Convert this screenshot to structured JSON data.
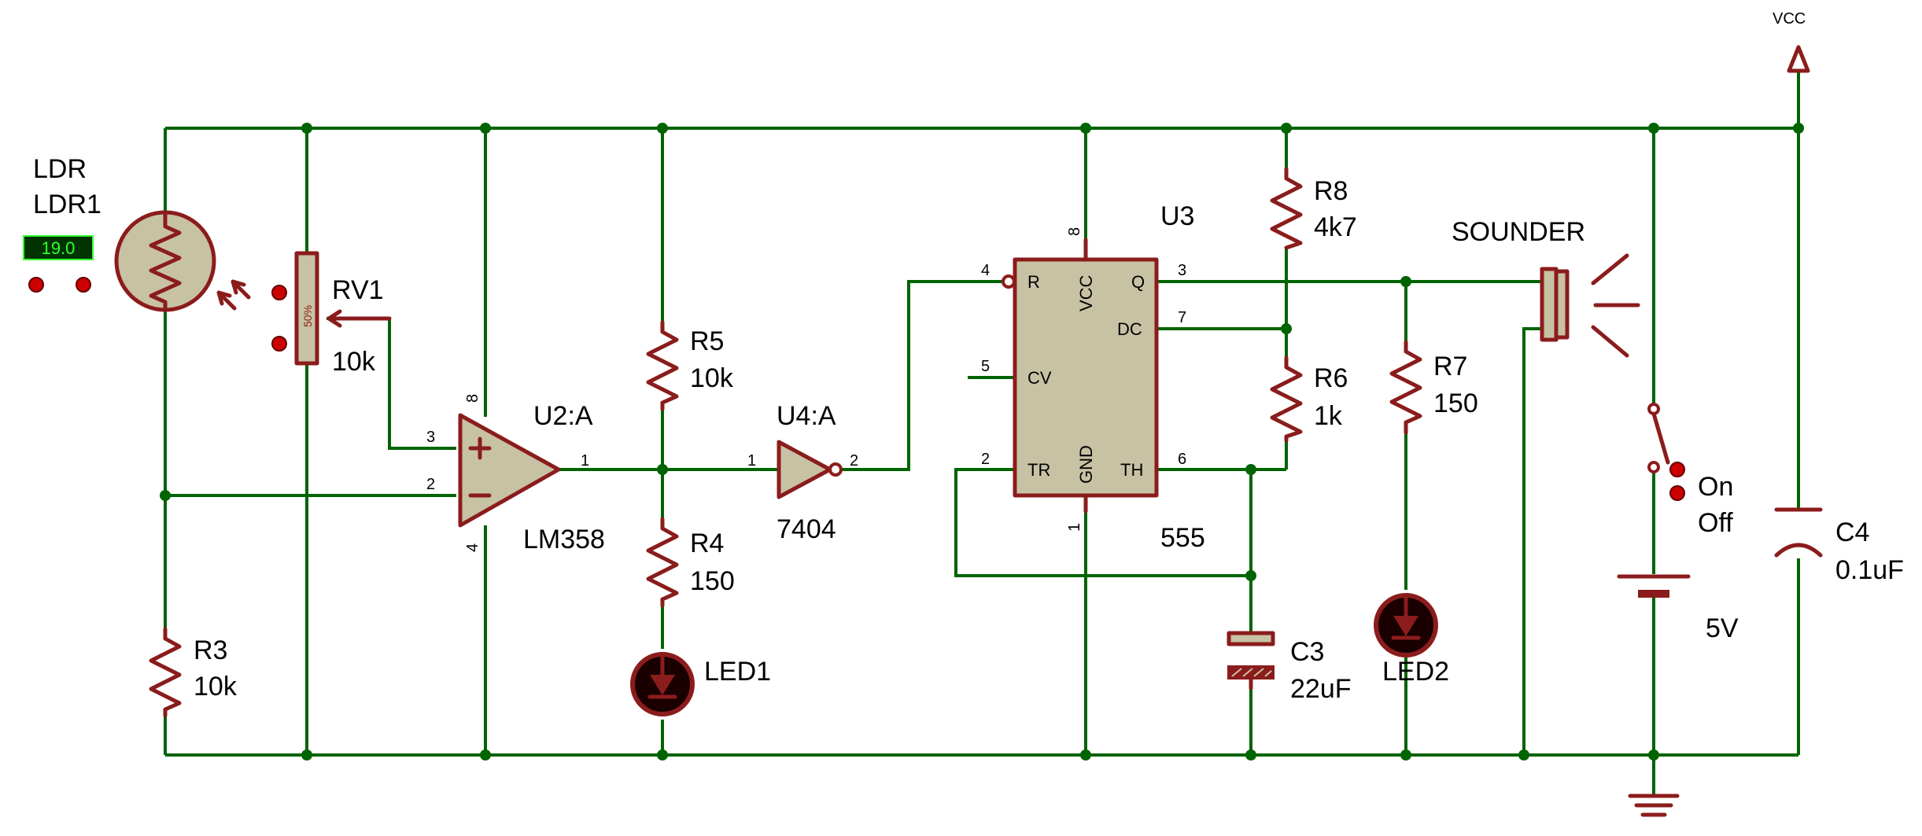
{
  "colors": {
    "wire": "#006400",
    "component": "#8b1c1c",
    "body_fill": "#c8c2a4",
    "meter_bg": "#003300",
    "meter_fg": "#33ff33"
  },
  "power": {
    "vcc": "VCC"
  },
  "ldr": {
    "type": "LDR",
    "ref": "LDR1",
    "reading": "19.0"
  },
  "rv1": {
    "ref": "RV1",
    "value": "10k",
    "wiper": "50%"
  },
  "r3": {
    "ref": "R3",
    "value": "10k"
  },
  "opamp": {
    "ref": "U2:A",
    "part": "LM358",
    "pin_plus": "3",
    "pin_minus": "2",
    "pin_out": "1",
    "pin_v": "8",
    "pin_g": "4",
    "plus": "+",
    "minus": "−"
  },
  "r5": {
    "ref": "R5",
    "value": "10k"
  },
  "r4": {
    "ref": "R4",
    "value": "150"
  },
  "led1": {
    "ref": "LED1"
  },
  "inverter": {
    "ref": "U4:A",
    "part": "7404",
    "pin_in": "1",
    "pin_out": "2"
  },
  "timer": {
    "ref": "U3",
    "part": "555",
    "labels": {
      "r": "R",
      "vcc": "VCC",
      "q": "Q",
      "dc": "DC",
      "cv": "CV",
      "tr": "TR",
      "gnd": "GND",
      "th": "TH"
    },
    "pins": {
      "r": "4",
      "vcc": "8",
      "q": "3",
      "dc": "7",
      "cv": "5",
      "tr": "2",
      "gnd": "1",
      "th": "6"
    }
  },
  "r8": {
    "ref": "R8",
    "value": "4k7"
  },
  "r6": {
    "ref": "R6",
    "value": "1k"
  },
  "c3": {
    "ref": "C3",
    "value": "22uF"
  },
  "sounder": {
    "ref": "SOUNDER"
  },
  "r7": {
    "ref": "R7",
    "value": "150"
  },
  "led2": {
    "ref": "LED2"
  },
  "switch": {
    "on": "On",
    "off": "Off"
  },
  "battery": {
    "value": "5V"
  },
  "c4": {
    "ref": "C4",
    "value": "0.1uF"
  }
}
